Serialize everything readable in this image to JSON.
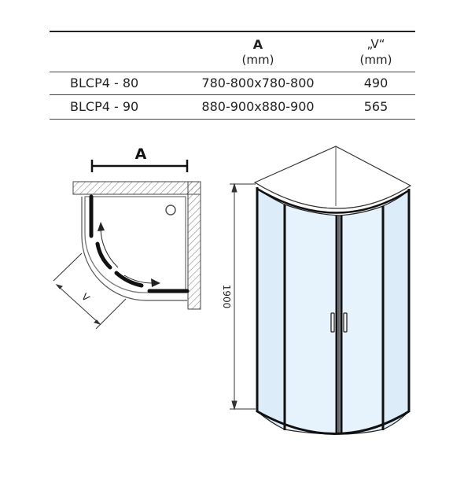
{
  "table": {
    "headers": [
      {
        "name": "A",
        "unit": "(mm)"
      },
      {
        "name": "„V“",
        "unit": "(mm)"
      }
    ],
    "rows": [
      {
        "model": "BLCP4 - 80",
        "a": "780-800x780-800",
        "v": "490"
      },
      {
        "model": "BLCP4 - 90",
        "a": "880-900x880-900",
        "v": "565"
      }
    ]
  },
  "plan_view": {
    "dimension_a_label": "A",
    "dimension_v_label": "V"
  },
  "front_view": {
    "height_label": "1900"
  }
}
